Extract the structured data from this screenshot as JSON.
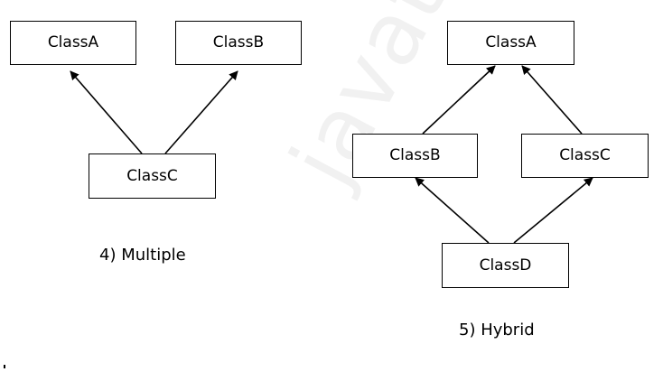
{
  "watermark": "javatpoint",
  "multiple": {
    "classA": "ClassA",
    "classB": "ClassB",
    "classC": "ClassC",
    "caption": "4)  Multiple"
  },
  "hybrid": {
    "classA": "ClassA",
    "classB": "ClassB",
    "classC": "ClassC",
    "classD": "ClassD",
    "caption": "5) Hybrid"
  },
  "colors": {
    "line": "#000000",
    "box_border": "#000000",
    "watermark": "#f1f1f1"
  }
}
